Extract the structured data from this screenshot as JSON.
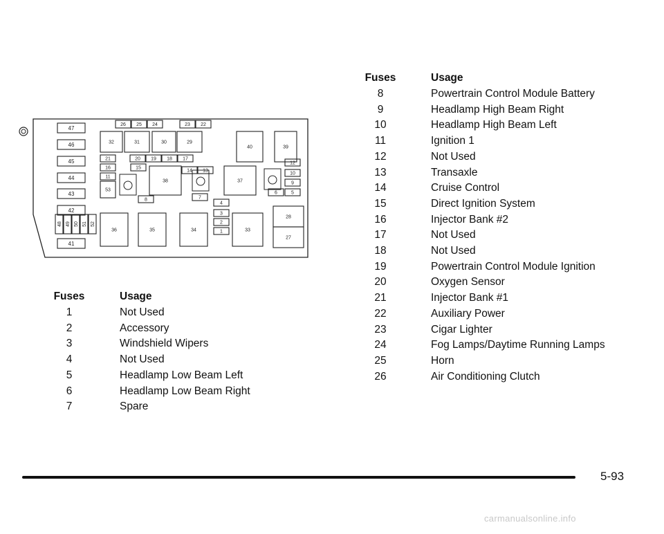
{
  "diagram": {
    "relays_left": [
      "47",
      "46",
      "45",
      "44",
      "43",
      "42",
      "41"
    ],
    "top_fuses": [
      "26",
      "25",
      "24",
      "23",
      "22"
    ],
    "relays_top": [
      "32",
      "31",
      "30",
      "29",
      "40",
      "39"
    ],
    "row2_fuses": [
      "21",
      "20",
      "19",
      "18",
      "17",
      "12"
    ],
    "mini_fuses": [
      "16",
      "15",
      "14",
      "13",
      "11",
      "10",
      "9",
      "8",
      "7",
      "6",
      "5",
      "4",
      "3",
      "2",
      "1"
    ],
    "mid_relays": [
      "38",
      "37",
      "53"
    ],
    "bottom_relays": [
      "36",
      "35",
      "34",
      "33",
      "28",
      "27"
    ],
    "vertical_fuses": [
      "48",
      "49",
      "50",
      "51",
      "52"
    ]
  },
  "left_table": {
    "header_fuses": "Fuses",
    "header_usage": "Usage",
    "rows": [
      {
        "fuse": "1",
        "usage": "Not Used"
      },
      {
        "fuse": "2",
        "usage": "Accessory"
      },
      {
        "fuse": "3",
        "usage": "Windshield Wipers"
      },
      {
        "fuse": "4",
        "usage": "Not Used"
      },
      {
        "fuse": "5",
        "usage": "Headlamp Low Beam Left"
      },
      {
        "fuse": "6",
        "usage": "Headlamp Low Beam Right"
      },
      {
        "fuse": "7",
        "usage": "Spare"
      }
    ]
  },
  "right_table": {
    "header_fuses": "Fuses",
    "header_usage": "Usage",
    "rows": [
      {
        "fuse": "8",
        "usage": "Powertrain Control Module Battery"
      },
      {
        "fuse": "9",
        "usage": "Headlamp High Beam Right"
      },
      {
        "fuse": "10",
        "usage": "Headlamp High Beam Left"
      },
      {
        "fuse": "11",
        "usage": "Ignition 1"
      },
      {
        "fuse": "12",
        "usage": "Not Used"
      },
      {
        "fuse": "13",
        "usage": "Transaxle"
      },
      {
        "fuse": "14",
        "usage": "Cruise Control"
      },
      {
        "fuse": "15",
        "usage": "Direct Ignition System"
      },
      {
        "fuse": "16",
        "usage": "Injector Bank #2"
      },
      {
        "fuse": "17",
        "usage": "Not Used"
      },
      {
        "fuse": "18",
        "usage": "Not Used"
      },
      {
        "fuse": "19",
        "usage": "Powertrain Control Module Ignition"
      },
      {
        "fuse": "20",
        "usage": "Oxygen Sensor"
      },
      {
        "fuse": "21",
        "usage": "Injector Bank #1"
      },
      {
        "fuse": "22",
        "usage": "Auxiliary Power"
      },
      {
        "fuse": "23",
        "usage": "Cigar Lighter"
      },
      {
        "fuse": "24",
        "usage": "Fog Lamps/Daytime Running Lamps"
      },
      {
        "fuse": "25",
        "usage": "Horn"
      },
      {
        "fuse": "26",
        "usage": "Air Conditioning Clutch"
      }
    ]
  },
  "page_number": "5-93",
  "footer": "carmanualsonline.info"
}
